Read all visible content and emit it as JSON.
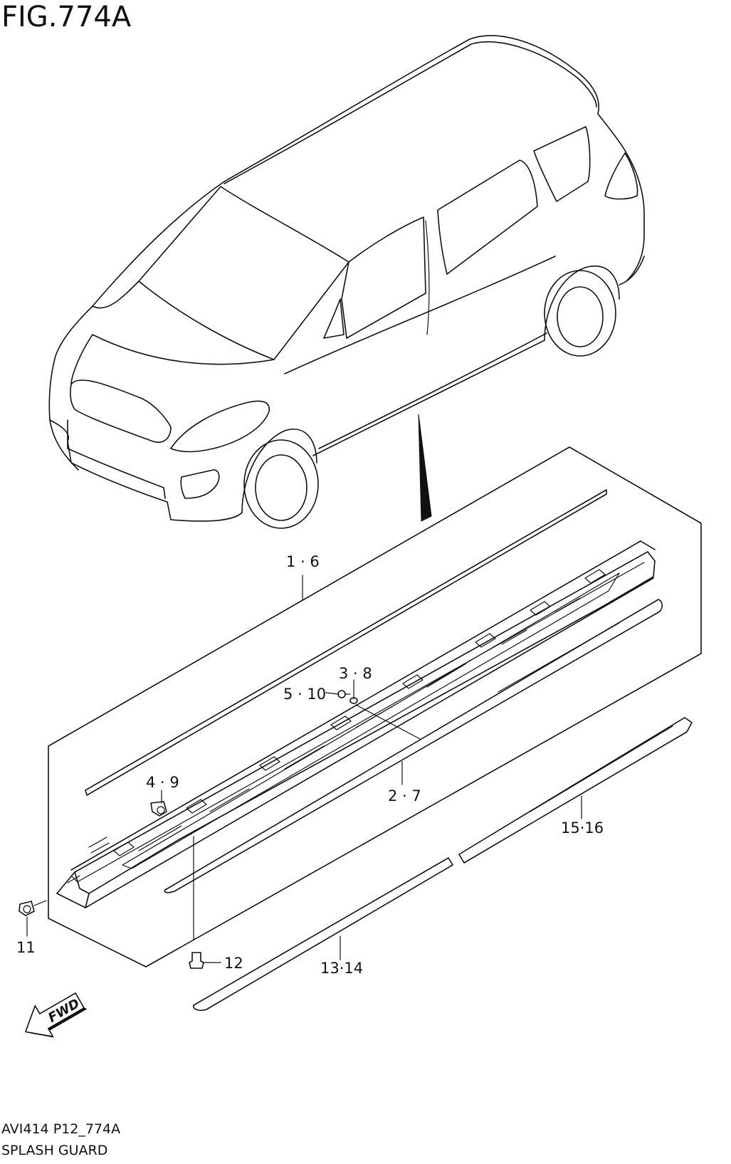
{
  "figure": {
    "title": "FIG.774A",
    "code": "AVI414 P12_774A",
    "name": "SPLASH GUARD"
  },
  "callouts": [
    {
      "id": "c-1-6",
      "label": "1 · 6"
    },
    {
      "id": "c-3-8",
      "label": "3 · 8"
    },
    {
      "id": "c-5-10",
      "label": "5 · 10"
    },
    {
      "id": "c-4-9",
      "label": "4 · 9"
    },
    {
      "id": "c-2-7",
      "label": "2 · 7"
    },
    {
      "id": "c-15-16",
      "label": "15·16"
    },
    {
      "id": "c-11",
      "label": "11"
    },
    {
      "id": "c-12",
      "label": "12"
    },
    {
      "id": "c-13-14",
      "label": "13·14"
    }
  ],
  "direction_marker": {
    "label": "FWD",
    "icon": "fwd-arrow-icon"
  }
}
